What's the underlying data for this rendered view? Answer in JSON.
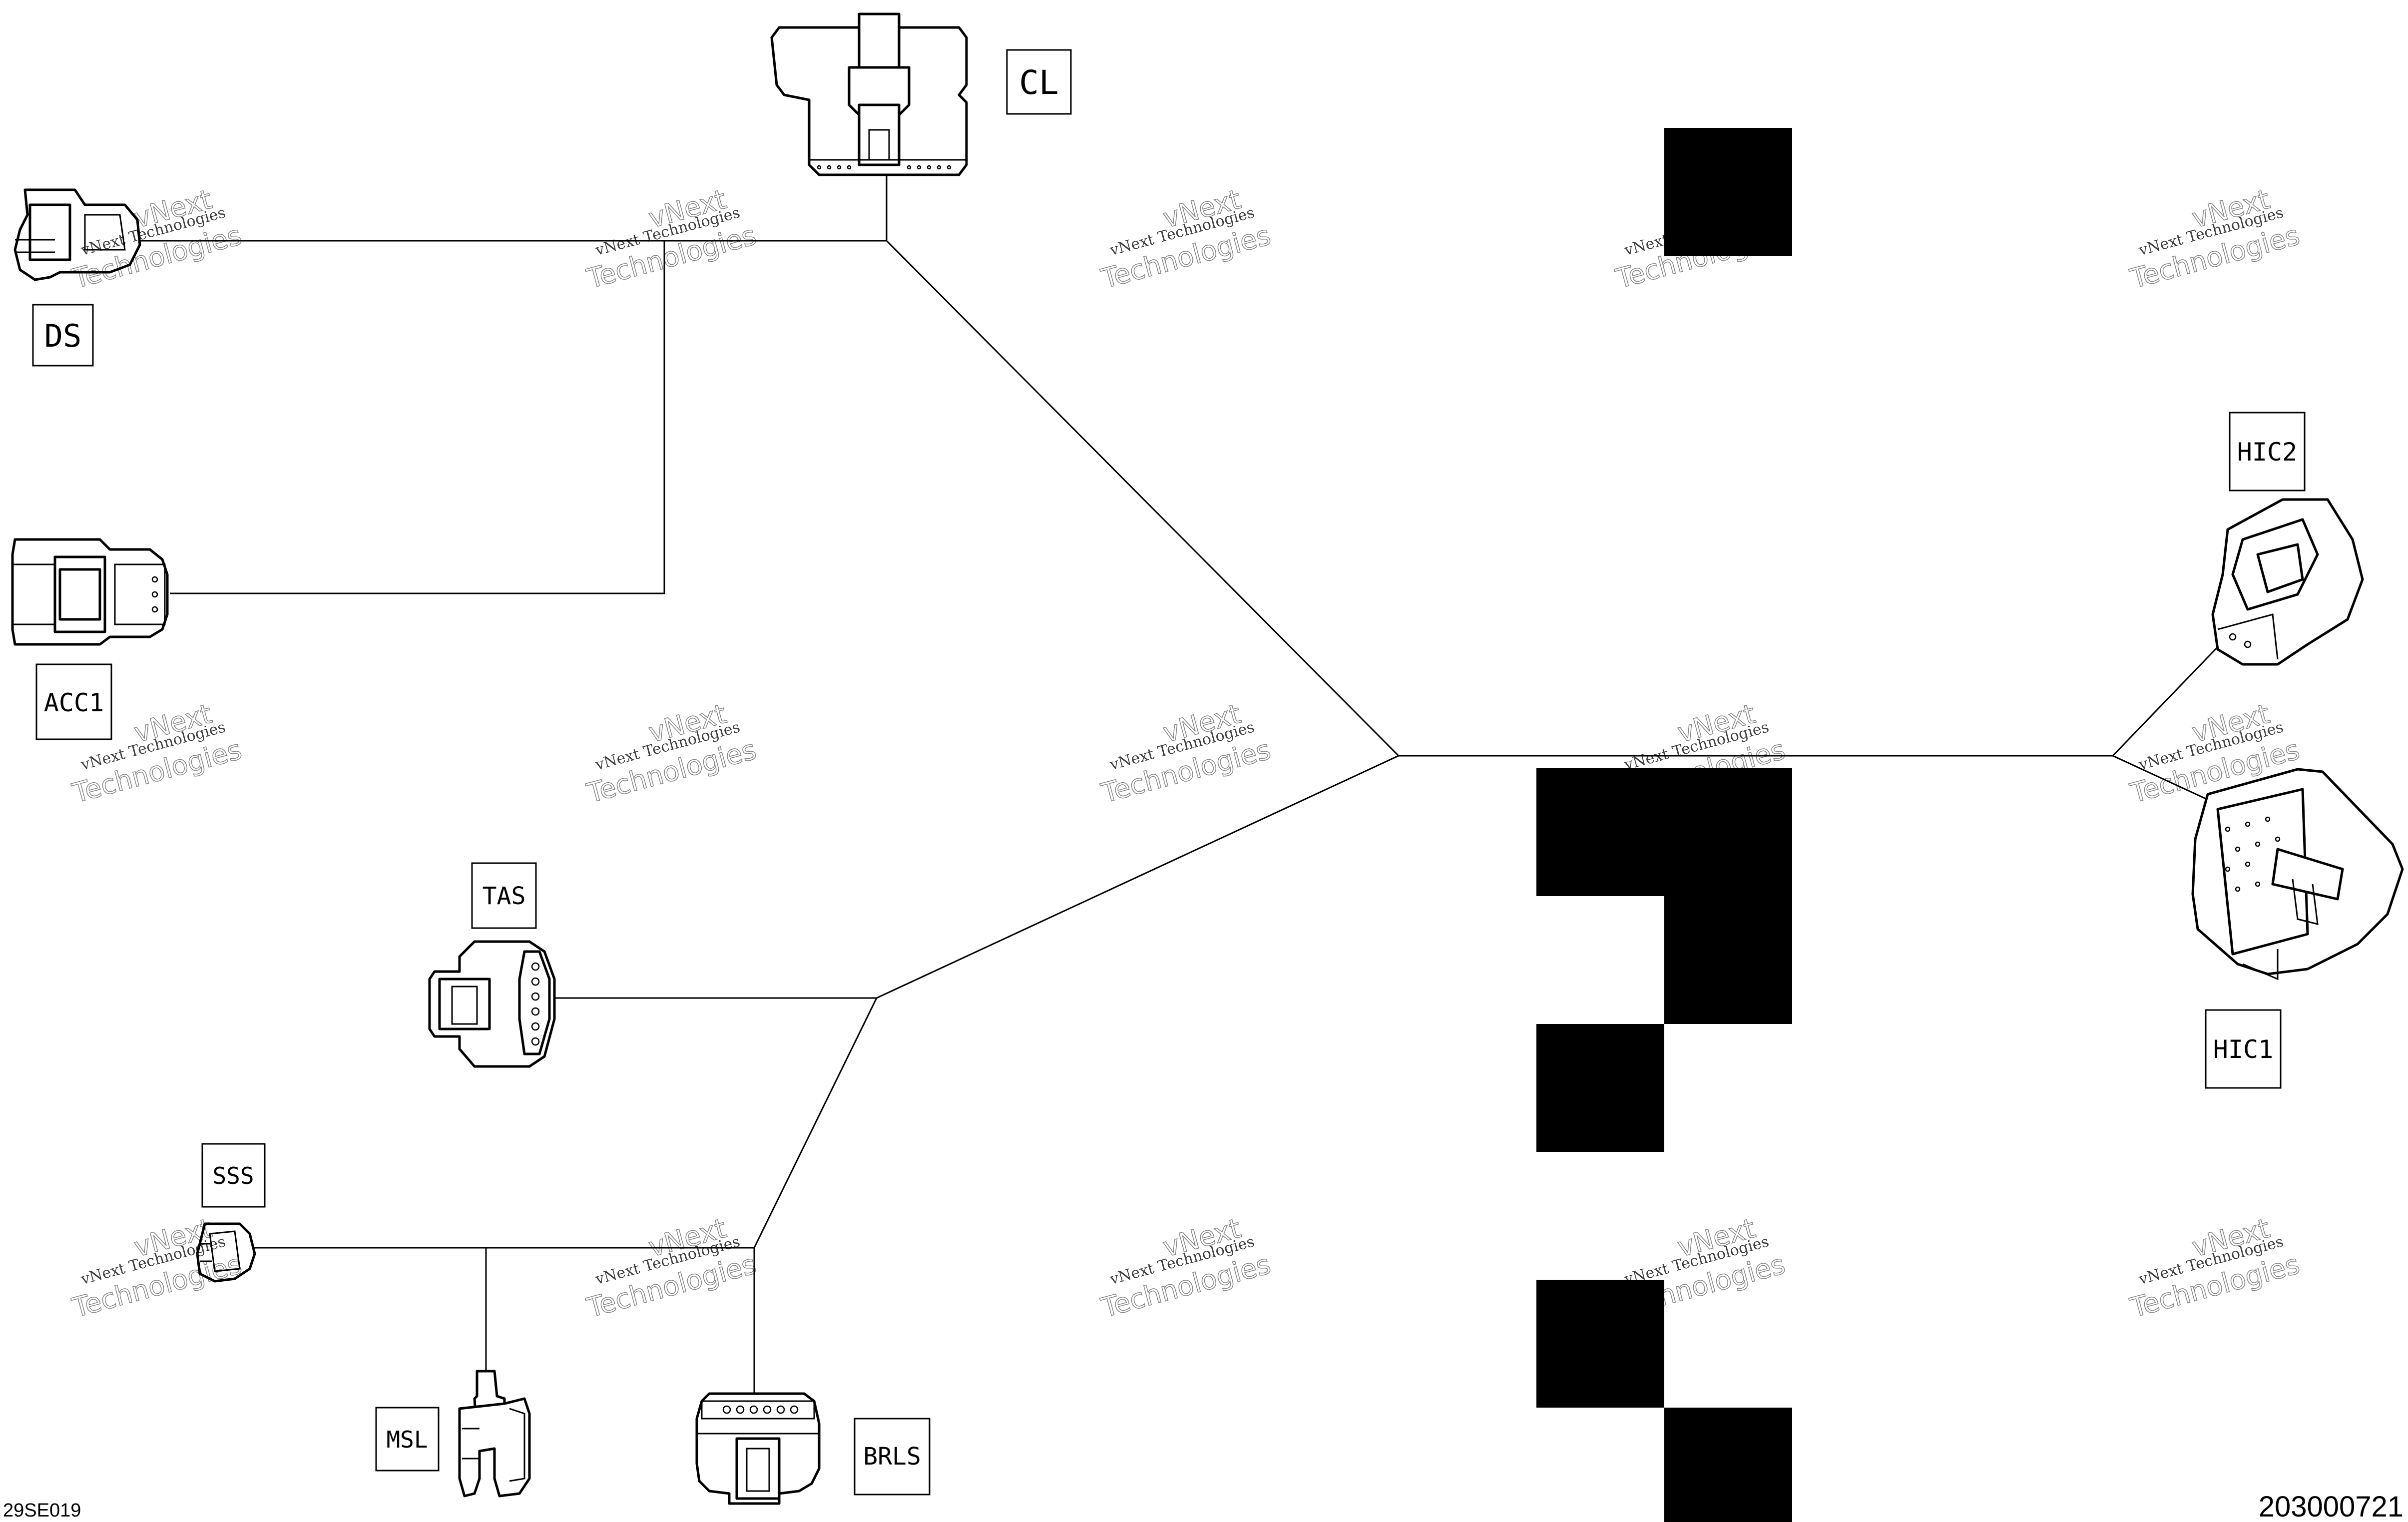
{
  "labels": {
    "ds": "DS",
    "cl": "CL",
    "acc1": "ACC1",
    "hic2": "HIC2",
    "hic1": "HIC1",
    "tas": "TAS",
    "sss": "SSS",
    "msl": "MSL",
    "brls": "BRLS"
  },
  "watermark": {
    "line1": "vNext Technologies",
    "line2": "vNext",
    "line3": "Technologies"
  },
  "footer": {
    "left_code": "29SE019",
    "right_code": "203000721"
  }
}
